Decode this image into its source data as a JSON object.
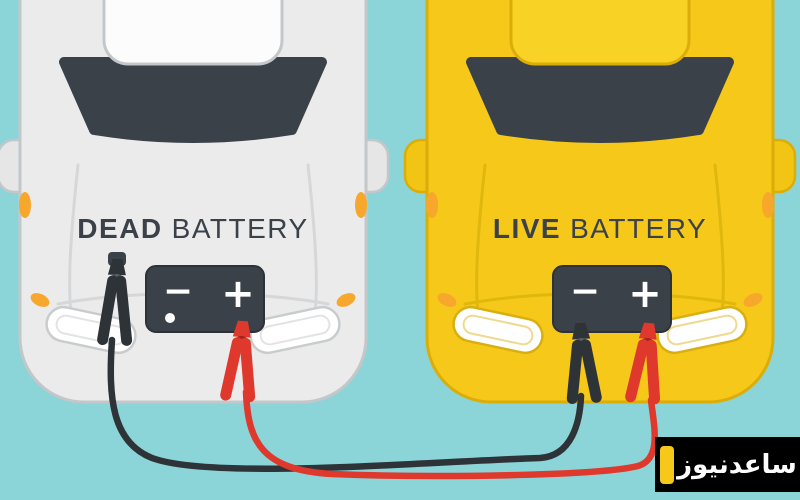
{
  "scene": {
    "background_color": "#8BD5D8",
    "dead_car": {
      "label_word1": "DEAD",
      "label_word2": "BATTERY",
      "body_color": "#EBEBEB"
    },
    "live_car": {
      "label_word1": "LIVE",
      "label_word2": "BATTERY",
      "body_color": "#F6C81A"
    },
    "battery": {
      "color": "#3A4149",
      "minus_symbol": "−",
      "plus_symbol": "+"
    },
    "cables": {
      "black_color": "#2E3338",
      "red_color": "#DF382C"
    },
    "indicator_color": "#F6A72C",
    "label_color": "#3A4149"
  },
  "watermark": {
    "text": "ساعدنیوز",
    "background_color": "#000000",
    "accent_color": "#F6C81A",
    "text_color": "#FFFFFF"
  }
}
